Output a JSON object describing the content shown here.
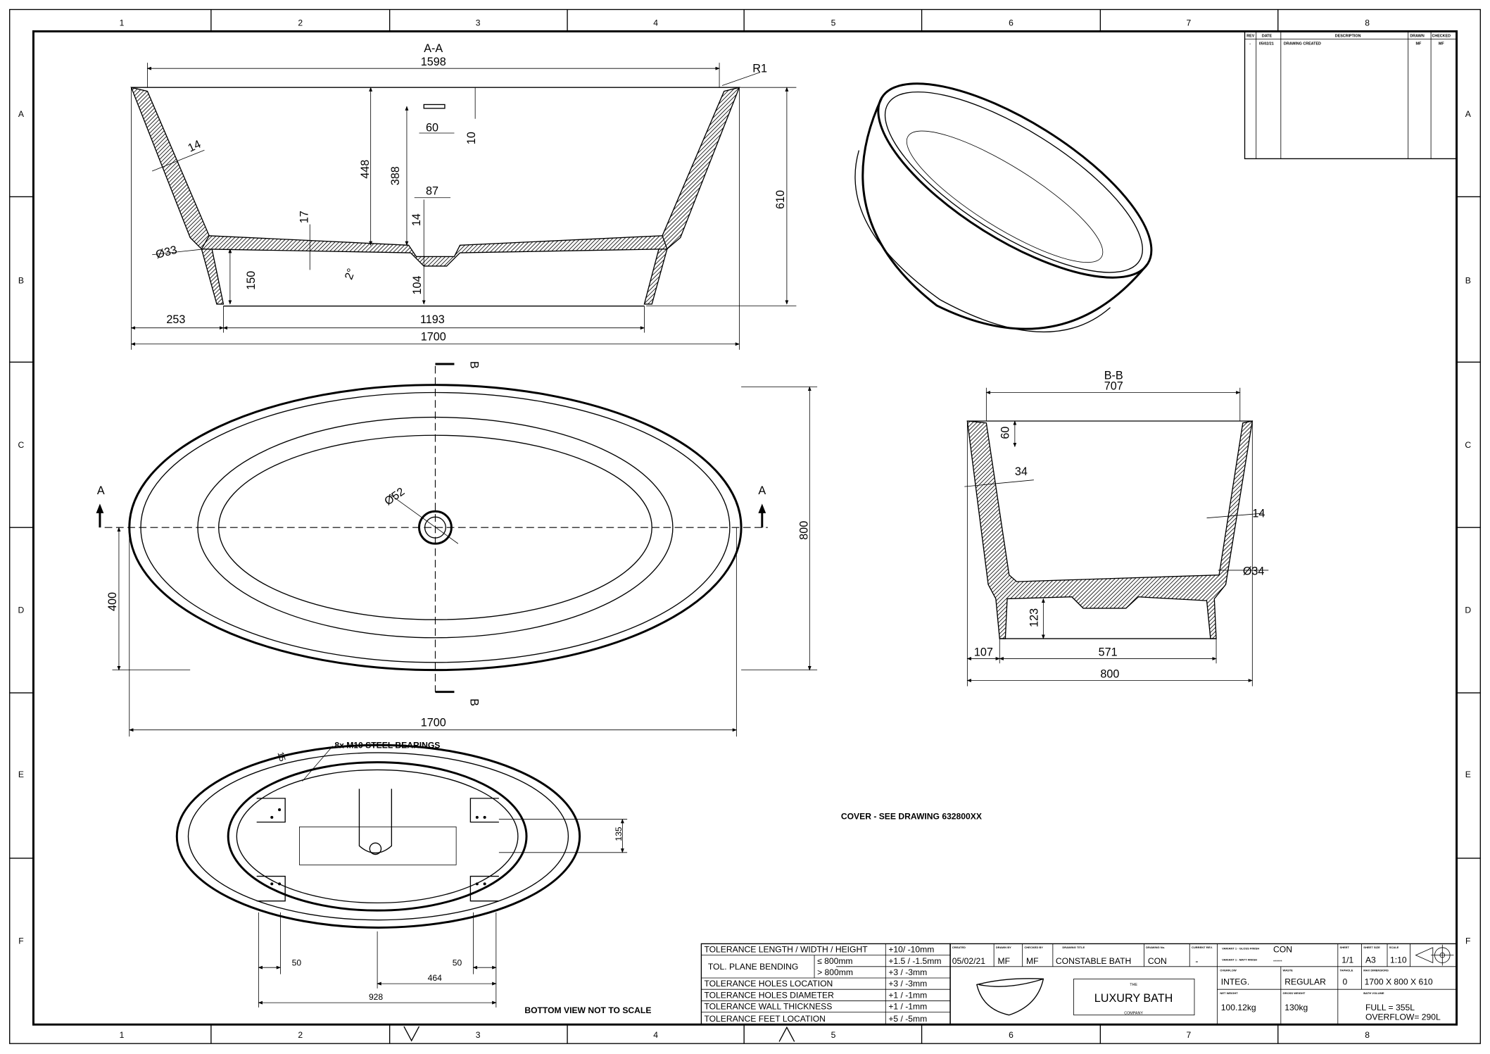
{
  "sheet": {
    "columns": [
      "1",
      "2",
      "3",
      "4",
      "5",
      "6",
      "7",
      "8"
    ],
    "rows": [
      "A",
      "B",
      "C",
      "D",
      "E",
      "F"
    ]
  },
  "revision_table": {
    "headers": {
      "rev": "REV",
      "date": "DATE",
      "description": "DESCRIPTION",
      "drawn": "DRAWN",
      "checked": "CHECKED"
    },
    "rows": [
      {
        "rev": "-",
        "date": "05/02/21",
        "description": "DRAWING CREATED",
        "drawn": "MF",
        "checked": "MF"
      }
    ]
  },
  "section_aa": {
    "title": "A-A",
    "dims": {
      "top_length": "1598",
      "radius": "R1",
      "wall": "14",
      "depth_448": "448",
      "depth_388": "388",
      "overflow_w": "60",
      "overflow_h": "10",
      "waste_w": "87",
      "waste_depth": "14",
      "floor": "17",
      "corner": "Ø33",
      "slope": "2°",
      "base_h": "150",
      "waste_base": "104",
      "height": "610",
      "offset": "253",
      "base_length": "1193",
      "overall": "1700"
    }
  },
  "plan_view": {
    "section_a_left": "A",
    "section_a_right": "A",
    "section_b_top": "B",
    "section_b_bottom": "B",
    "dims": {
      "waste_dia": "Ø52",
      "width": "800",
      "half_width": "400",
      "length": "1700"
    }
  },
  "section_bb": {
    "title": "B-B",
    "dims": {
      "top_width": "707",
      "rim": "60",
      "wall_34": "34",
      "wall_14": "14",
      "corner": "Ø34",
      "base_h": "123",
      "offset": "107",
      "base_width": "571",
      "overall": "800"
    }
  },
  "bottom_view": {
    "bearings_note": "8x M10 STEEL BEARINGS",
    "dims": {
      "d15": "15",
      "d135": "135",
      "d50_left": "50",
      "d50_right": "50",
      "d464": "464",
      "d928": "928"
    },
    "note": "BOTTOM VIEW NOT TO SCALE"
  },
  "cover_note": "COVER - SEE DRAWING 632800XX",
  "tolerances": [
    {
      "label": "TOLERANCE LENGTH / WIDTH / HEIGHT",
      "value": "+10/ -10mm"
    },
    {
      "label": "TOL. PLANE BENDING",
      "sub": "≤  800mm",
      "value": "+1.5 / -1.5mm"
    },
    {
      "sub": ">  800mm",
      "value": "+3 / -3mm"
    },
    {
      "label": "TOLERANCE HOLES LOCATION",
      "value": "+3 / -3mm"
    },
    {
      "label": "TOLERANCE HOLES DIAMETER",
      "value": "+1 / -1mm"
    },
    {
      "label": "TOLERANCE WALL THICKNESS",
      "value": "+1 / -1mm"
    },
    {
      "label": "TOLERANCE FEET LOCATION",
      "value": "+5 / -5mm"
    }
  ],
  "title_block": {
    "created_label": "CREATED",
    "created": "05/02/21",
    "drawn_by_label": "DRAWN BY",
    "drawn_by": "MF",
    "checked_by_label": "CHECKED BY",
    "checked_by": "MF",
    "title_label": "DRAWING TITLE",
    "title": "CONSTABLE BATH",
    "drawing_no_label": "DRAWING No.",
    "drawing_no": "CON",
    "rev_label": "CURRENT REV.",
    "rev": "-",
    "gloss_label": "VARIANT 1 - GLOSS FINISH",
    "gloss": "CON",
    "matt_label": "VARIANT 1 - MATT FINISH",
    "matt": "******",
    "sheet_label": "SHEET",
    "sheet": "1/1",
    "size_label": "SHEET SIZE",
    "size": "A3",
    "scale_label": "SCALE",
    "scale": "1:10",
    "overflow_label": "OVERFLOW",
    "overflow": "INTEG.",
    "waste_label": "WASTE",
    "waste": "REGULAR",
    "taphole_label": "TAPHOLE",
    "taphole": "0",
    "max_dim_label": "MAX DIMENSIONS",
    "max_dim": "1700 X 800 X 610",
    "net_label": "NET WEIGHT",
    "net": "100.12kg",
    "gross_label": "GROSS WEIGHT",
    "gross": "130kg",
    "volume_label": "BATH VOLUME",
    "volume_full": "FULL = 355L",
    "volume_overflow": "OVERFLOW= 290L",
    "logo": {
      "the": "THE",
      "name": "LUXURY BATH",
      "company": "COMPANY"
    }
  }
}
